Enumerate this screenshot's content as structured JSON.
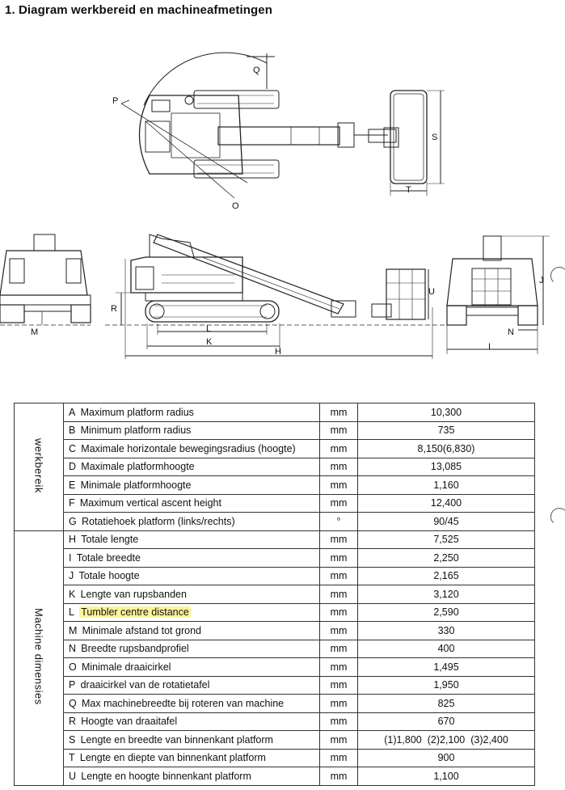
{
  "title": "1. Diagram werkbereid en machineafmetingen",
  "diagram_labels": {
    "Q": "Q",
    "P": "P",
    "O": "O",
    "S": "S",
    "T": "T",
    "R": "R",
    "L": "L",
    "K": "K",
    "H": "H",
    "M": "M",
    "U": "U",
    "J": "J",
    "N": "N",
    "I": "I"
  },
  "groups": [
    {
      "label": "werkbereik",
      "rows": [
        {
          "key": "A",
          "label": "Maximum platform radius",
          "unit": "mm",
          "value": "10,300"
        },
        {
          "key": "B",
          "label": "Minimum platform radius",
          "unit": "mm",
          "value": "735"
        },
        {
          "key": "C",
          "label": "Maximale horizontale bewegingsradius (hoogte)",
          "unit": "mm",
          "value": "8,150(6,830)"
        },
        {
          "key": "D",
          "label": "Maximale platformhoogte",
          "unit": "mm",
          "value": "13,085"
        },
        {
          "key": "E",
          "label": "Minimale platformhoogte",
          "unit": "mm",
          "value": "1,160"
        },
        {
          "key": "F",
          "label": "Maximum vertical ascent height",
          "unit": "mm",
          "value": "12,400"
        },
        {
          "key": "G",
          "label": "Rotatiehoek platform (links/rechts)",
          "unit": "°",
          "value": "90/45"
        }
      ]
    },
    {
      "label": "Machine dimensies",
      "rows": [
        {
          "key": "H",
          "label": "Totale lengte",
          "unit": "mm",
          "value": "7,525"
        },
        {
          "key": "I",
          "label": "Totale breedte",
          "unit": "mm",
          "value": "2,250"
        },
        {
          "key": "J",
          "label": "Totale hoogte",
          "unit": "mm",
          "value": "2,165"
        },
        {
          "key": "K",
          "label": "Lengte van rupsbanden",
          "unit": "mm",
          "value": "3,120"
        },
        {
          "key": "L",
          "label": "Tumbler centre distance",
          "unit": "mm",
          "value": "2,590",
          "highlight": true
        },
        {
          "key": "M",
          "label": "Minimale afstand tot grond",
          "unit": "mm",
          "value": "330"
        },
        {
          "key": "N",
          "label": "Breedte rupsbandprofiel",
          "unit": "mm",
          "value": "400"
        },
        {
          "key": "O",
          "label": "Minimale draaicirkel",
          "unit": "mm",
          "value": "1,495"
        },
        {
          "key": "P",
          "label": "draaicirkel van de rotatietafel",
          "unit": "mm",
          "value": "1,950"
        },
        {
          "key": "Q",
          "label": "Max machinebreedte bij roteren van machine",
          "unit": "mm",
          "value": "825"
        },
        {
          "key": "R",
          "label": "Hoogte van draaitafel",
          "unit": "mm",
          "value": "670"
        },
        {
          "key": "S",
          "label": "Lengte en breedte van binnenkant platform",
          "unit": "mm",
          "value": "(1)1,800  (2)2,100  (3)2,400"
        },
        {
          "key": "T",
          "label": "Lengte en diepte van binnenkant platform",
          "unit": "mm",
          "value": "900"
        },
        {
          "key": "U",
          "label": "Lengte en hoogte binnenkant platform",
          "unit": "mm",
          "value": "1,100"
        }
      ]
    }
  ]
}
